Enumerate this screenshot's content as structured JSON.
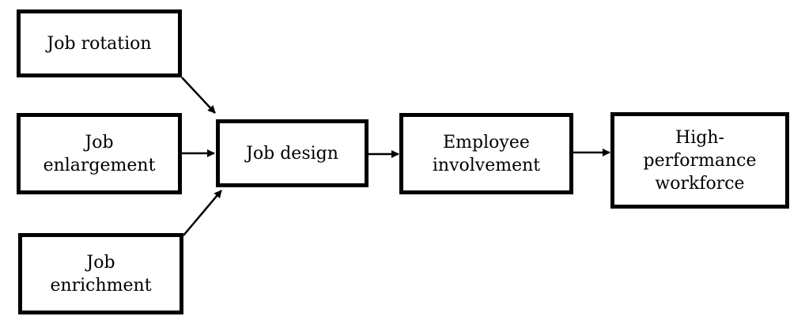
{
  "nodes": {
    "job_rotation": "Job rotation",
    "job_enlargement": "Job\nenlargement",
    "job_enrichment": "Job\nenrichment",
    "job_design": "Job design",
    "employee_involvement": "Employee\ninvolvement",
    "high_performance_workforce": "High-\nperformance\nworkforce"
  },
  "edges": [
    {
      "from": "job_rotation",
      "to": "job_design"
    },
    {
      "from": "job_enlargement",
      "to": "job_design"
    },
    {
      "from": "job_enrichment",
      "to": "job_design"
    },
    {
      "from": "job_design",
      "to": "employee_involvement"
    },
    {
      "from": "employee_involvement",
      "to": "high_performance_workforce"
    }
  ],
  "colors": {
    "stroke": "#000000",
    "fill": "#ffffff"
  }
}
